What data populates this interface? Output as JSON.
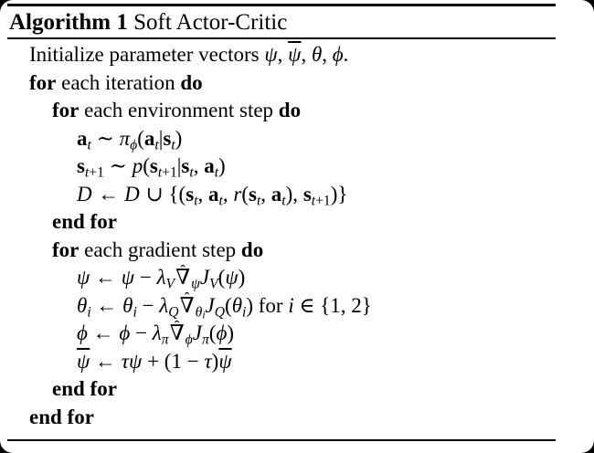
{
  "colors": {
    "page_background": "#ffffff",
    "corner_background": "#000000",
    "text": "#000000",
    "rules": "#000000"
  },
  "header": {
    "bold": "Algorithm 1",
    "rest": " Soft Actor-Critic"
  },
  "algorithm": {
    "lines": [
      {
        "indent": 1,
        "segments": [
          [
            "",
            "Initialize parameter vectors "
          ],
          [
            "i",
            "ψ"
          ],
          [
            "",
            ", "
          ],
          [
            "iol",
            "ψ"
          ],
          [
            "",
            ", "
          ],
          [
            "i",
            "θ"
          ],
          [
            "",
            ", "
          ],
          [
            "i",
            "ϕ"
          ],
          [
            "",
            "."
          ]
        ]
      },
      {
        "indent": 1,
        "segments": [
          [
            "b",
            "for"
          ],
          [
            "",
            " each iteration "
          ],
          [
            "b",
            "do"
          ]
        ]
      },
      {
        "indent": 2,
        "segments": [
          [
            "b",
            "for"
          ],
          [
            "",
            " each environment step "
          ],
          [
            "b",
            "do"
          ]
        ]
      },
      {
        "indent": 3,
        "segments": [
          [
            "b",
            "a"
          ],
          [
            "subi",
            "t"
          ],
          [
            "",
            " ∼ "
          ],
          [
            "i",
            "π"
          ],
          [
            "subi",
            "ϕ"
          ],
          [
            "",
            "("
          ],
          [
            "b",
            "a"
          ],
          [
            "subi",
            "t"
          ],
          [
            "",
            "|"
          ],
          [
            "b",
            "s"
          ],
          [
            "subi",
            "t"
          ],
          [
            "",
            ")"
          ]
        ]
      },
      {
        "indent": 3,
        "segments": [
          [
            "b",
            "s"
          ],
          [
            "subi",
            "t"
          ],
          [
            "sub",
            "+1"
          ],
          [
            "",
            " ∼ "
          ],
          [
            "i",
            "p"
          ],
          [
            "",
            "("
          ],
          [
            "b",
            "s"
          ],
          [
            "subi",
            "t"
          ],
          [
            "sub",
            "+1"
          ],
          [
            "",
            "|"
          ],
          [
            "b",
            "s"
          ],
          [
            "subi",
            "t"
          ],
          [
            "",
            ", "
          ],
          [
            "b",
            "a"
          ],
          [
            "subi",
            "t"
          ],
          [
            "",
            ")"
          ]
        ]
      },
      {
        "indent": 3,
        "segments": [
          [
            "cal",
            "D"
          ],
          [
            "",
            " ← "
          ],
          [
            "cal",
            "D"
          ],
          [
            "",
            " ∪ {("
          ],
          [
            "b",
            "s"
          ],
          [
            "subi",
            "t"
          ],
          [
            "",
            ", "
          ],
          [
            "b",
            "a"
          ],
          [
            "subi",
            "t"
          ],
          [
            "",
            ", "
          ],
          [
            "i",
            "r"
          ],
          [
            "",
            "("
          ],
          [
            "b",
            "s"
          ],
          [
            "subi",
            "t"
          ],
          [
            "",
            ", "
          ],
          [
            "b",
            "a"
          ],
          [
            "subi",
            "t"
          ],
          [
            "",
            "), "
          ],
          [
            "b",
            "s"
          ],
          [
            "subi",
            "t"
          ],
          [
            "sub",
            "+1"
          ],
          [
            "",
            ")}"
          ]
        ]
      },
      {
        "indent": 2,
        "segments": [
          [
            "b",
            "end for"
          ]
        ]
      },
      {
        "indent": 2,
        "segments": [
          [
            "b",
            "for"
          ],
          [
            "",
            " each gradient step "
          ],
          [
            "b",
            "do"
          ]
        ]
      },
      {
        "indent": 3,
        "segments": [
          [
            "i",
            "ψ"
          ],
          [
            "",
            " ← "
          ],
          [
            "i",
            "ψ"
          ],
          [
            "",
            " − "
          ],
          [
            "i",
            "λ"
          ],
          [
            "subi",
            "V"
          ],
          [
            "hat",
            "∇"
          ],
          [
            "subi",
            "ψ"
          ],
          [
            "i",
            "J"
          ],
          [
            "subi",
            "V"
          ],
          [
            "",
            "("
          ],
          [
            "i",
            "ψ"
          ],
          [
            "",
            ")"
          ]
        ]
      },
      {
        "indent": 3,
        "segments": [
          [
            "i",
            "θ"
          ],
          [
            "subi",
            "i"
          ],
          [
            "",
            " ← "
          ],
          [
            "i",
            "θ"
          ],
          [
            "subi",
            "i"
          ],
          [
            "",
            " − "
          ],
          [
            "i",
            "λ"
          ],
          [
            "subi",
            "Q"
          ],
          [
            "hat",
            "∇"
          ],
          [
            "subi",
            "θ"
          ],
          [
            "ssubi",
            "i"
          ],
          [
            "i",
            "J"
          ],
          [
            "subi",
            "Q"
          ],
          [
            "",
            "("
          ],
          [
            "i",
            "θ"
          ],
          [
            "subi",
            "i"
          ],
          [
            "",
            ") for "
          ],
          [
            "i",
            "i"
          ],
          [
            "",
            " ∈ {1, 2}"
          ]
        ]
      },
      {
        "indent": 3,
        "segments": [
          [
            "i",
            "ϕ"
          ],
          [
            "",
            " ← "
          ],
          [
            "i",
            "ϕ"
          ],
          [
            "",
            " − "
          ],
          [
            "i",
            "λ"
          ],
          [
            "subi",
            "π"
          ],
          [
            "hat",
            "∇"
          ],
          [
            "subi",
            "ϕ"
          ],
          [
            "i",
            "J"
          ],
          [
            "subi",
            "π"
          ],
          [
            "",
            "("
          ],
          [
            "i",
            "ϕ"
          ],
          [
            "",
            ")"
          ]
        ]
      },
      {
        "indent": 3,
        "segments": [
          [
            "iol",
            "ψ"
          ],
          [
            "",
            " ← "
          ],
          [
            "i",
            "τψ"
          ],
          [
            "",
            " + (1 − "
          ],
          [
            "i",
            "τ"
          ],
          [
            "",
            ")"
          ],
          [
            "iol",
            "ψ"
          ]
        ]
      },
      {
        "indent": 2,
        "segments": [
          [
            "b",
            "end for"
          ]
        ]
      },
      {
        "indent": 1,
        "segments": [
          [
            "b",
            "end for"
          ]
        ]
      }
    ]
  }
}
